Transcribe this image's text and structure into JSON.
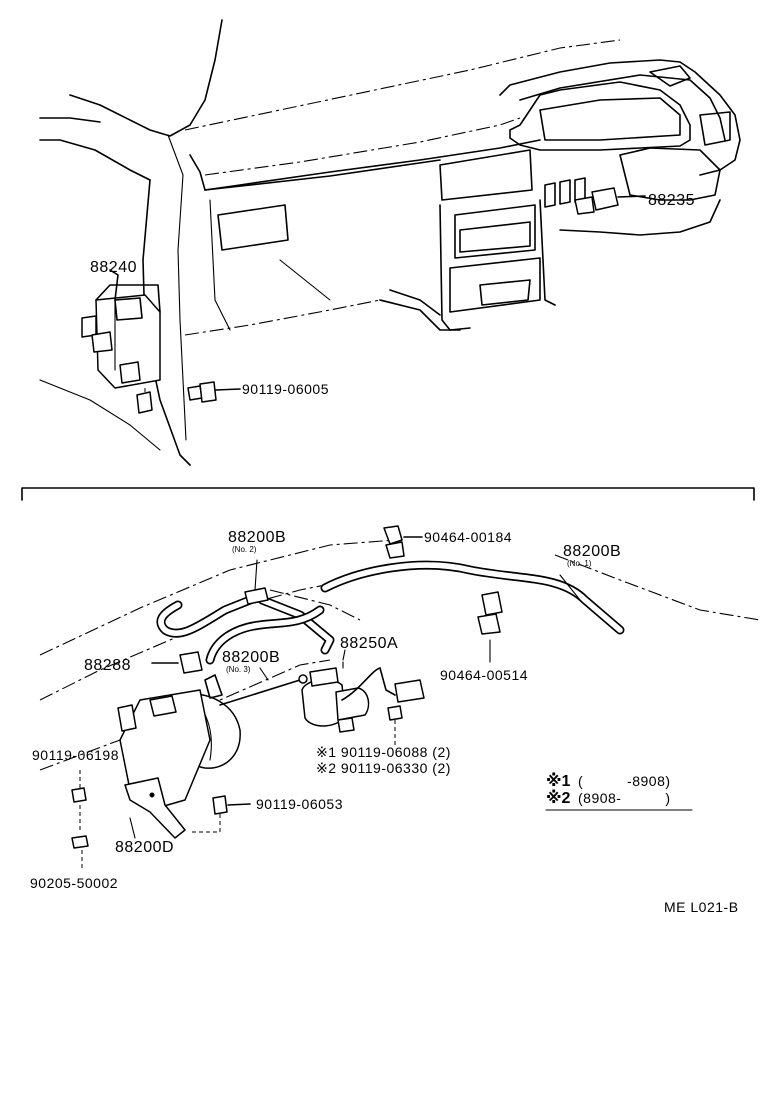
{
  "diagram": {
    "top_labels": {
      "p88235": "88235",
      "p88240": "88240",
      "bolt_06005": "90119-06005"
    },
    "bottom_labels": {
      "hose_no2": "88200B",
      "hose_no2_sub": "(No. 2)",
      "clip_00184": "90464-00184",
      "hose_no1": "88200B",
      "hose_no1_sub": "(No. 1)",
      "p88288": "88288",
      "hose_no3": "88200B",
      "hose_no3_sub": "(No. 3)",
      "p88250a": "88250A",
      "clip_00514": "90464-00514",
      "bolt_06198": "90119-06198",
      "bolt_06088": "※1 90119-06088 (2)",
      "bolt_06330": "※2 90119-06330 (2)",
      "bolt_06053": "90119-06053",
      "p88200d": "88200D",
      "washer_50002": "90205-50002"
    },
    "notes": {
      "note1_mark": "※1",
      "note1_text": "(          -8908)",
      "note2_mark": "※2",
      "note2_text": "(8908-          )"
    },
    "code": "ME L021-B"
  }
}
